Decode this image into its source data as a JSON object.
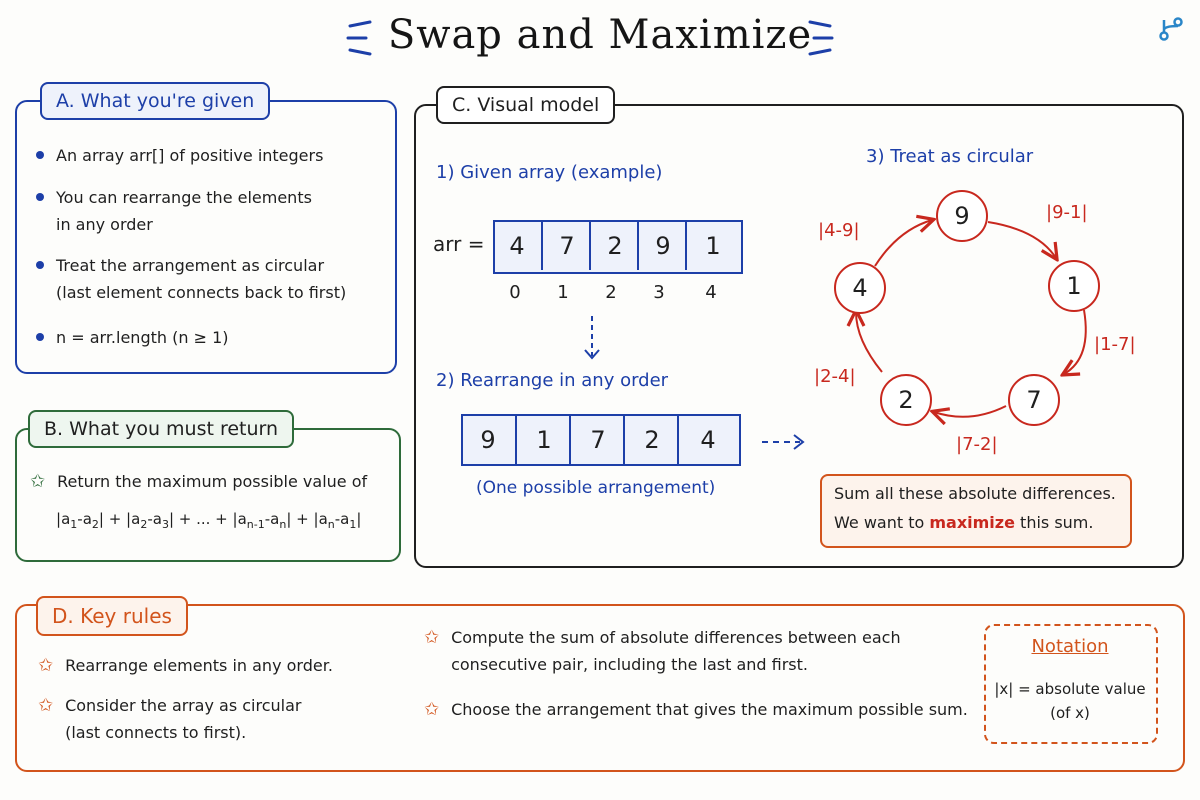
{
  "title": "Swap and Maximize",
  "colors": {
    "blue": "#1d3fa8",
    "green": "#2e6b3a",
    "orange": "#d2541c",
    "red": "#c8281e",
    "dark": "#1f1f1f"
  },
  "panel_a": {
    "tab": "A. What you're given",
    "items": [
      {
        "line1": "An array arr[] of positive integers",
        "line2": ""
      },
      {
        "line1": "You can rearrange the elements",
        "line2": "in any order"
      },
      {
        "line1": "Treat the arrangement as circular",
        "line2": "(last element connects back to first)"
      },
      {
        "line1": "n = arr.length  (n ≥ 1)",
        "line2": ""
      }
    ]
  },
  "panel_b": {
    "tab": "B. What you must return",
    "text": "Return the maximum possible value of",
    "formula": {
      "t1a": "a",
      "t1s": "1",
      "t1b": "a",
      "t1t": "2",
      "t2a": "a",
      "t2s": "2",
      "t2b": "a",
      "t2t": "3",
      "dots": "+ ... +",
      "t3a": "a",
      "t3s": "n-1",
      "t3b": "a",
      "t3t": "n",
      "t4a": "a",
      "t4s": "n",
      "t4b": "a",
      "t4t": "1"
    }
  },
  "panel_c": {
    "tab": "C. Visual model",
    "step1": "1) Given array (example)",
    "arr_label": "arr =",
    "array": [
      "4",
      "7",
      "2",
      "9",
      "1"
    ],
    "indices": [
      "0",
      "1",
      "2",
      "3",
      "4"
    ],
    "step2": "2) Rearrange in any order",
    "rearranged": [
      "9",
      "1",
      "7",
      "2",
      "4"
    ],
    "caption": "(One possible arrangement)",
    "step3": "3) Treat as circular",
    "nodes": {
      "top": "9",
      "right": "1",
      "bottom_right": "7",
      "bottom_left": "2",
      "left": "4"
    },
    "edges": {
      "e1": "|4-9|",
      "e2": "|9-1|",
      "e3": "|1-7|",
      "e4": "|7-2|",
      "e5": "|2-4|"
    },
    "sum_line1": "Sum all these absolute differences.",
    "sum_line2_pre": "We want to",
    "sum_line2_em": "maximize",
    "sum_line2_post": "this sum."
  },
  "panel_d": {
    "tab": "D. Key rules",
    "rules_left": [
      {
        "line1": "Rearrange elements in any order.",
        "line2": ""
      },
      {
        "line1": "Consider the array as circular",
        "line2": "(last connects to first)."
      }
    ],
    "rules_mid": [
      {
        "line1": "Compute the sum of absolute differences between each",
        "line2": "consecutive pair, including the last and first."
      },
      {
        "line1": "Choose the arrangement that gives the maximum possible sum.",
        "line2": ""
      }
    ],
    "notation_title": "Notation",
    "notation_line1": "|x| = absolute value",
    "notation_line2": "(of x)"
  },
  "icons": {
    "corner": "git-branch-icon",
    "star": "star-icon",
    "title_deco": "sparkle-lines-icon"
  }
}
